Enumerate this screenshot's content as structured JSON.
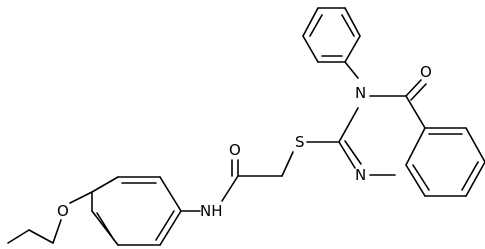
{
  "structure": {
    "atoms": {
      "O_ether": "O",
      "NH_amide": "NH",
      "O_amide": "O",
      "S_thioether": "S",
      "N3_ring": "N",
      "O_ring": "O",
      "N1_ring": "N"
    }
  }
}
